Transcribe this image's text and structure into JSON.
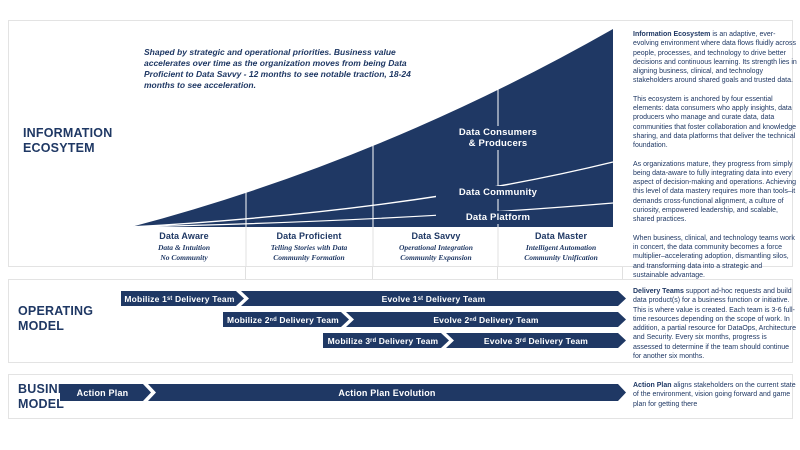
{
  "colors": {
    "navy": "#1f3864",
    "white": "#ffffff",
    "card_border": "#e3e3e3",
    "grid_line": "#e0e0e0"
  },
  "ecosystem": {
    "title": "INFORMATION ECOSYTEM",
    "intro": "Shaped by strategic and operational priorities. Business value accelerates over time as the organization moves from being Data Proficient to Data Savvy - 12 months to see notable traction, 18-24 months to see acceleration.",
    "layers": [
      {
        "line1": "Data Consumers",
        "line2": "& Producers"
      },
      {
        "line1": "Data Community",
        "line2": ""
      },
      {
        "line1": "Data Platform",
        "line2": ""
      }
    ],
    "stages": [
      {
        "name": "Data Aware",
        "sub1": "Data & Intuition",
        "sub2": "No Community"
      },
      {
        "name": "Data Proficient",
        "sub1": "Telling Stories with Data",
        "sub2": "Community Formation"
      },
      {
        "name": "Data Savvy",
        "sub1": "Operational Integration",
        "sub2": "Community Expansion"
      },
      {
        "name": "Data Master",
        "sub1": "Intelligent Automation",
        "sub2": "Community Unification"
      }
    ],
    "paragraphs": [
      {
        "lead": "Information Ecosystem",
        "text": " is an adaptive, ever-evolving environment where data flows fluidly across people, processes, and technology to drive better decisions and continuous learning. Its strength lies in aligning business, clinical, and technology stakeholders around shared goals and trusted data."
      },
      {
        "lead": "",
        "text": "This ecosystem is anchored by four essential elements: data consumers who apply insights, data producers who manage and curate data, data communities that foster collaboration and knowledge sharing, and data platforms that deliver the technical foundation."
      },
      {
        "lead": "",
        "text": "As organizations mature, they progress from simply being data-aware to fully integrating data into every aspect of decision-making and operations. Achieving this level of data mastery requires more than tools–it demands cross-functional alignment, a culture of curiosity, empowered leadership, and scalable, shared practices."
      },
      {
        "lead": "",
        "text": "When business, clinical, and technology teams work in concert, the data community becomes a force multiplier–accelerating adoption, dismantling silos, and transforming data into a strategic and sustainable advantage."
      }
    ]
  },
  "operating_model": {
    "title": "OPERATING MODEL",
    "rows": [
      {
        "mobilize": "Mobilize 1ˢᵗ Delivery Team",
        "evolve": "Evolve 1ˢᵗ Delivery Team"
      },
      {
        "mobilize": "Mobilize 2ⁿᵈ Delivery Team",
        "evolve": "Evolve 2ⁿᵈ Delivery Team"
      },
      {
        "mobilize": "Mobilize 3ʳᵈ Delivery Team",
        "evolve": "Evolve 3ʳᵈ Delivery Team"
      }
    ],
    "description": {
      "lead": "Delivery Teams",
      "text": " support ad-hoc requests and build data product(s) for a business function or initiative. This is where value is created. Each team is 3-6 full-time resources depending on the scope of work. In addition, a partial resource for DataOps, Architecture and Security. Every six months, progress is assessed to determine if the team should continue for another six months."
    }
  },
  "business_model": {
    "title": "BUSINESS MODEL",
    "plan": "Action Plan",
    "evolution": "Action Plan Evolution",
    "description": {
      "lead": "Action Plan",
      "text": " aligns stakeholders on the current state of the environment, vision going forward and game plan for getting there"
    }
  }
}
